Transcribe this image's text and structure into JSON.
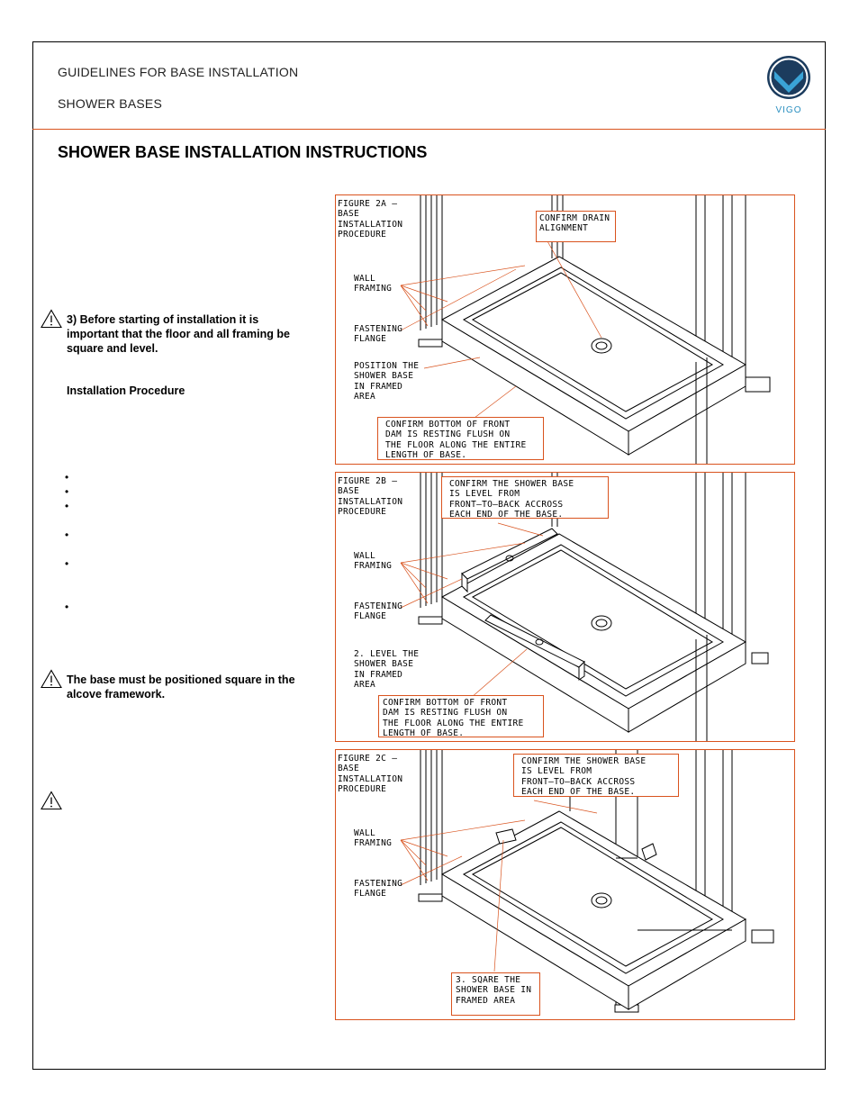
{
  "header": {
    "line1": "GUIDELINES FOR BASE INSTALLATION",
    "line2": "SHOWER BASES",
    "brand": "VIGO",
    "brand_color": "#2a8fc0",
    "rule_color": "#d9531e"
  },
  "title": "SHOWER BASE INSTALLATION INSTRUCTIONS",
  "left": {
    "warning1": "3)  Before starting of installation it is important that the floor and all framing be square and level.",
    "procedure_heading": "Installation Procedure",
    "bullets": [
      "•",
      "•",
      "•",
      "•",
      "•",
      "•"
    ],
    "warning2": "The base must be positioned square in the alcove framework.",
    "warning_icon": "warning-triangle-icon"
  },
  "figures": [
    {
      "label": "FIGURE 2A —\nBASE\nINSTALLATION\nPROCEDURE",
      "wall_framing": "WALL\nFRAMING",
      "fastening_flange": "FASTENING\nFLANGE",
      "position_note": "POSITION THE\nSHOWER BASE\nIN FRAMED\nAREA",
      "callout_top": "CONFIRM DRAIN\nALIGNMENT",
      "callout_bottom": "CONFIRM BOTTOM OF FRONT\nDAM IS RESTING FLUSH ON\nTHE FLOOR ALONG THE ENTIRE\nLENGTH OF BASE."
    },
    {
      "label": "FIGURE 2B —\nBASE\nINSTALLATION\nPROCEDURE",
      "wall_framing": "WALL\nFRAMING",
      "fastening_flange": "FASTENING\nFLANGE",
      "position_note": "2. LEVEL THE\nSHOWER BASE\nIN FRAMED\nAREA",
      "callout_top": "CONFIRM THE SHOWER BASE\nIS LEVEL FROM\nFRONT–TO–BACK ACCROSS\nEACH END OF THE BASE.",
      "callout_bottom": "CONFIRM BOTTOM OF FRONT\nDAM IS RESTING FLUSH ON\nTHE FLOOR ALONG THE ENTIRE\nLENGTH OF BASE."
    },
    {
      "label": "FIGURE 2C —\nBASE\nINSTALLATION\nPROCEDURE",
      "wall_framing": "WALL\nFRAMING",
      "fastening_flange": "FASTENING\nFLANGE",
      "callout_top": "CONFIRM THE SHOWER BASE\nIS LEVEL FROM\nFRONT–TO–BACK ACCROSS\nEACH END OF THE BASE.",
      "callout_bottom": "3. SQARE THE\nSHOWER BASE IN\nFRAMED AREA"
    }
  ]
}
